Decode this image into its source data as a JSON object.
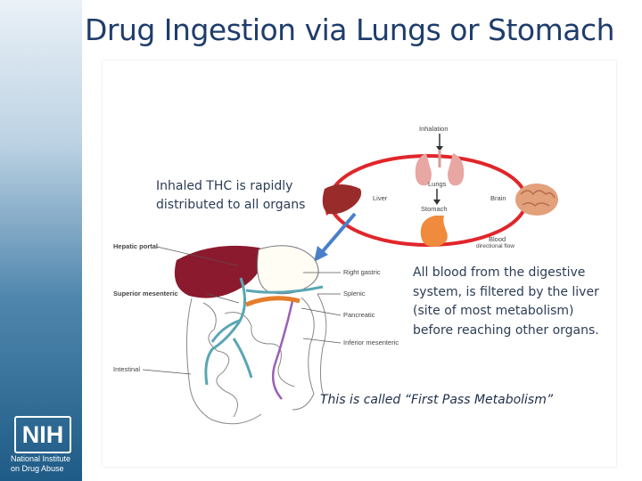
{
  "title": "Drug Ingestion via Lungs or Stomach",
  "cycle_labels": {
    "inhalation": "Inhalation",
    "lungs": "Lungs",
    "brain": "Brain",
    "liver": "Liver",
    "stomach": "Stomach",
    "blood": "Blood",
    "flow": "directional flow"
  },
  "anatomy_labels": {
    "hepatic_portal": "Hepatic portal",
    "superior_mesenteric": "Superior mesenteric",
    "intestinal": "Intestinal",
    "right_gastric": "Right gastric",
    "splenic": "Splenic",
    "pancreatic": "Pancreatic",
    "inferior_mesenteric": "Inferior mesenteric"
  },
  "notes": {
    "inhaled_line1": "Inhaled THC is rapidly",
    "inhaled_line2": "distributed to all organs",
    "blood_filter": "All blood from the digestive system, is filtered by the liver (site of most metabolism)  before reaching other organs.",
    "first_pass": "This is called “First Pass Metabolism”"
  },
  "logo": {
    "mark": "NIH",
    "line1": "National Institute",
    "line2": "on Drug Abuse"
  },
  "colors": {
    "title": "#1f3d6b",
    "cycle_ring": "#e0262b",
    "arrow": "#4a7fc9",
    "vein_teal": "#5aa6b4",
    "vein_purple": "#9b5fb5",
    "liver": "#8b1a2e"
  }
}
